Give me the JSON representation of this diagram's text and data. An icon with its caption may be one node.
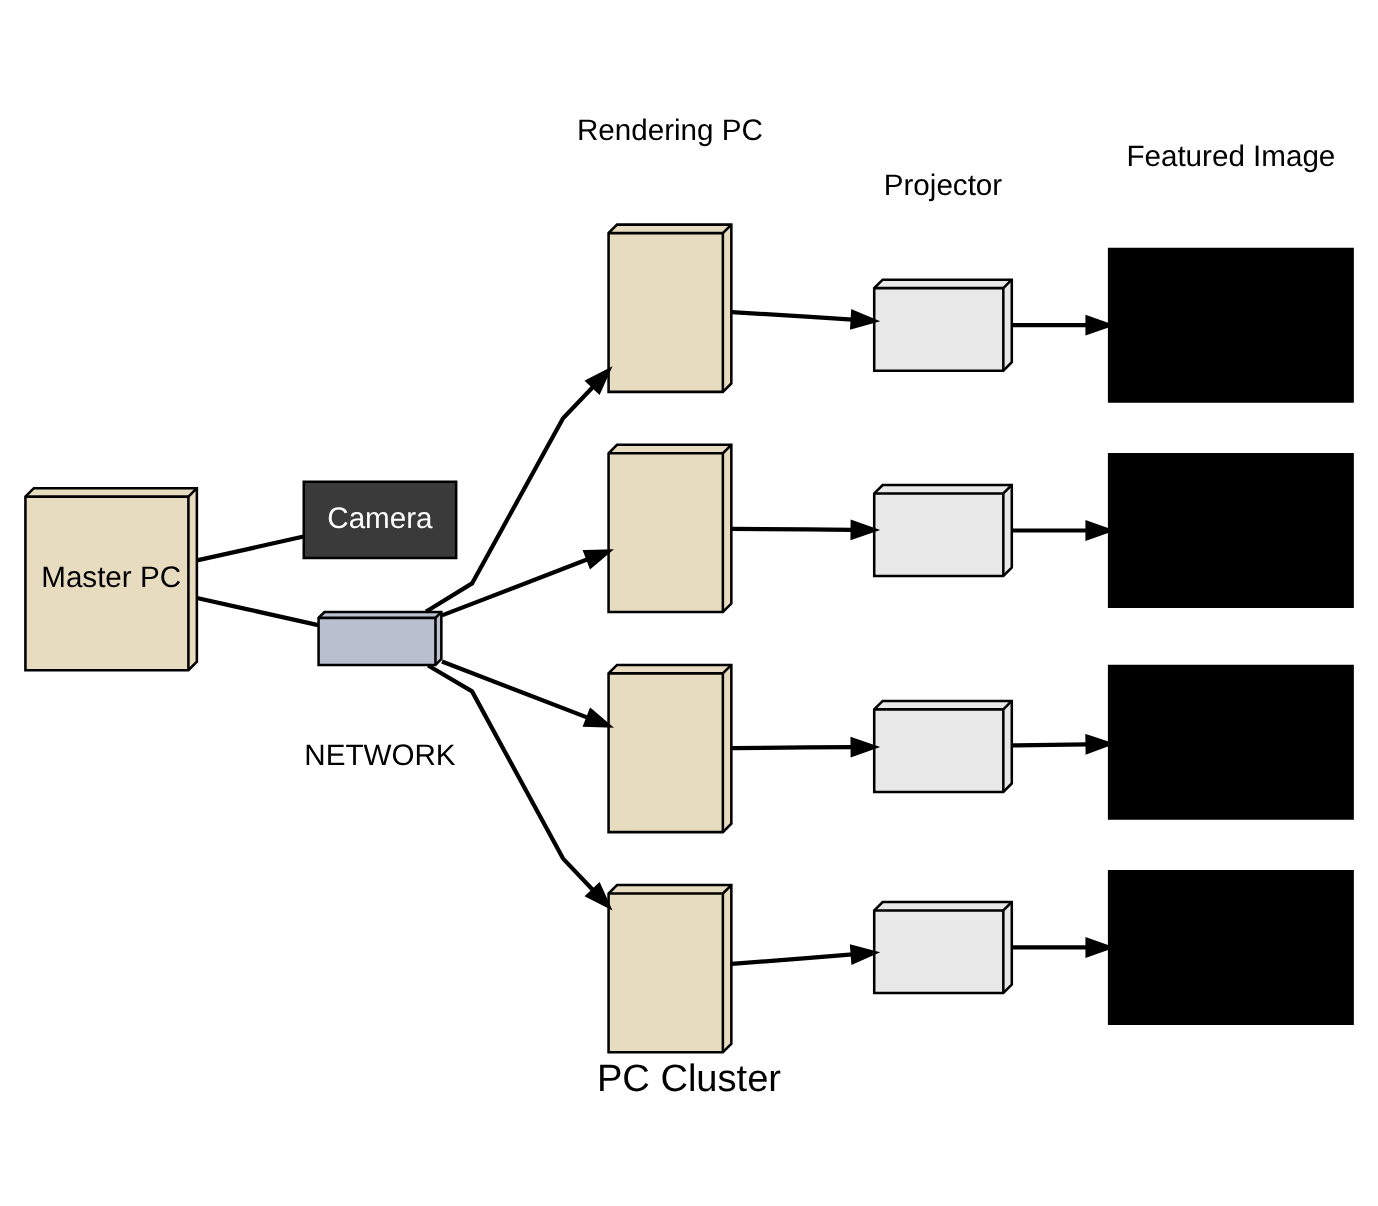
{
  "diagram": {
    "caption": "PC Cluster",
    "nodes": [
      {
        "text": [
          "Master PC"
        ]
      },
      {
        "text": [
          "Camera"
        ]
      },
      {
        "text": [],
        "shape": "picture"
      },
      {
        "text": [],
        "shape": "picture"
      },
      {
        "text": [],
        "shape": "picture"
      },
      {
        "text": [],
        "shape": "picture"
      },
      {
        "text": [],
        "shape": "picture"
      },
      {
        "text": [],
        "shape": "picture"
      },
      {
        "text": [],
        "shape": "picture"
      },
      {
        "text": [],
        "shape": "picture"
      },
      {
        "text": [],
        "shape": "picture"
      },
      {
        "text": [],
        "shape": "box"
      },
      {
        "text": [],
        "shape": "box"
      },
      {
        "text": [],
        "shape": "box"
      },
      {
        "text": [],
        "shape": "box"
      }
    ],
    "edges": [
      {
        "from": 0,
        "to": 2,
        "arrow": "none"
      },
      {
        "from": 0,
        "to": 1,
        "arrow": "none"
      },
      {
        "from": 2,
        "to": 3,
        "arrow": "to"
      },
      {
        "from": 2,
        "to": 4,
        "arrow": "to"
      },
      {
        "from": 2,
        "to": 5,
        "arrow": "to"
      },
      {
        "from": 2,
        "to": 6,
        "arrow": "to"
      },
      {
        "from": 3,
        "to": 7,
        "arrow": "to"
      },
      {
        "from": 4,
        "to": 8,
        "arrow": "to"
      },
      {
        "from": 5,
        "to": 9,
        "arrow": "to"
      },
      {
        "from": 6,
        "to": 10,
        "arrow": "to"
      },
      {
        "from": 7,
        "to": 11,
        "arrow": "to"
      },
      {
        "from": 8,
        "to": 12,
        "arrow": "to"
      },
      {
        "from": 9,
        "to": 13,
        "arrow": "to"
      },
      {
        "from": 10,
        "to": 14,
        "arrow": "to"
      }
    ],
    "labels": [
      "Rendering PC",
      "Projector",
      "Featured Image",
      "NETWORK"
    ]
  }
}
